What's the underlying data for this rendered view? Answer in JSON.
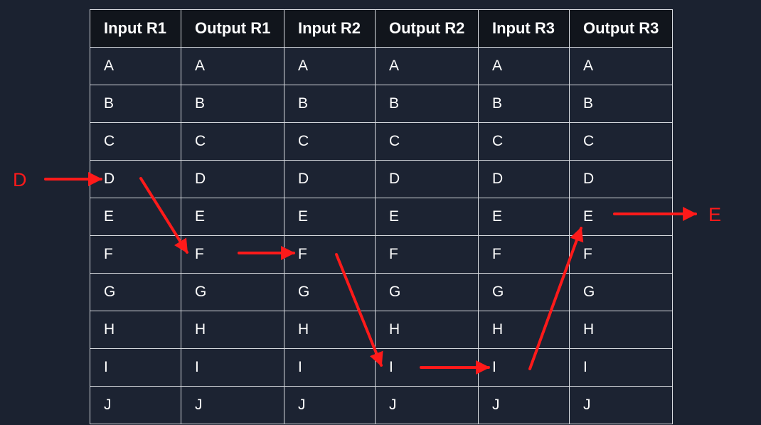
{
  "columns": [
    "Input R1",
    "Output R1",
    "Input R2",
    "Output R2",
    "Input R3",
    "Output R3"
  ],
  "rows": [
    [
      "A",
      "A",
      "A",
      "A",
      "A",
      "A"
    ],
    [
      "B",
      "B",
      "B",
      "B",
      "B",
      "B"
    ],
    [
      "C",
      "C",
      "C",
      "C",
      "C",
      "C"
    ],
    [
      "D",
      "D",
      "D",
      "D",
      "D",
      "D"
    ],
    [
      "E",
      "E",
      "E",
      "E",
      "E",
      "E"
    ],
    [
      "F",
      "F",
      "F",
      "F",
      "F",
      "F"
    ],
    [
      "G",
      "G",
      "G",
      "G",
      "G",
      "G"
    ],
    [
      "H",
      "H",
      "H",
      "H",
      "H",
      "H"
    ],
    [
      "I",
      "I",
      "I",
      "I",
      "I",
      "I"
    ],
    [
      "J",
      "J",
      "J",
      "J",
      "J",
      "J"
    ]
  ],
  "input_letter": "D",
  "output_letter": "E",
  "arrow_color": "#ff1a1a",
  "path": [
    {
      "from": "input",
      "to": "Input R1:D"
    },
    {
      "from": "Input R1:D",
      "to": "Output R1:F"
    },
    {
      "from": "Output R1:F",
      "to": "Input R2:F"
    },
    {
      "from": "Input R2:F",
      "to": "Output R2:I"
    },
    {
      "from": "Output R2:I",
      "to": "Input R3:I"
    },
    {
      "from": "Input R3:I",
      "to": "Output R3:E"
    },
    {
      "from": "Output R3:E",
      "to": "output"
    }
  ]
}
